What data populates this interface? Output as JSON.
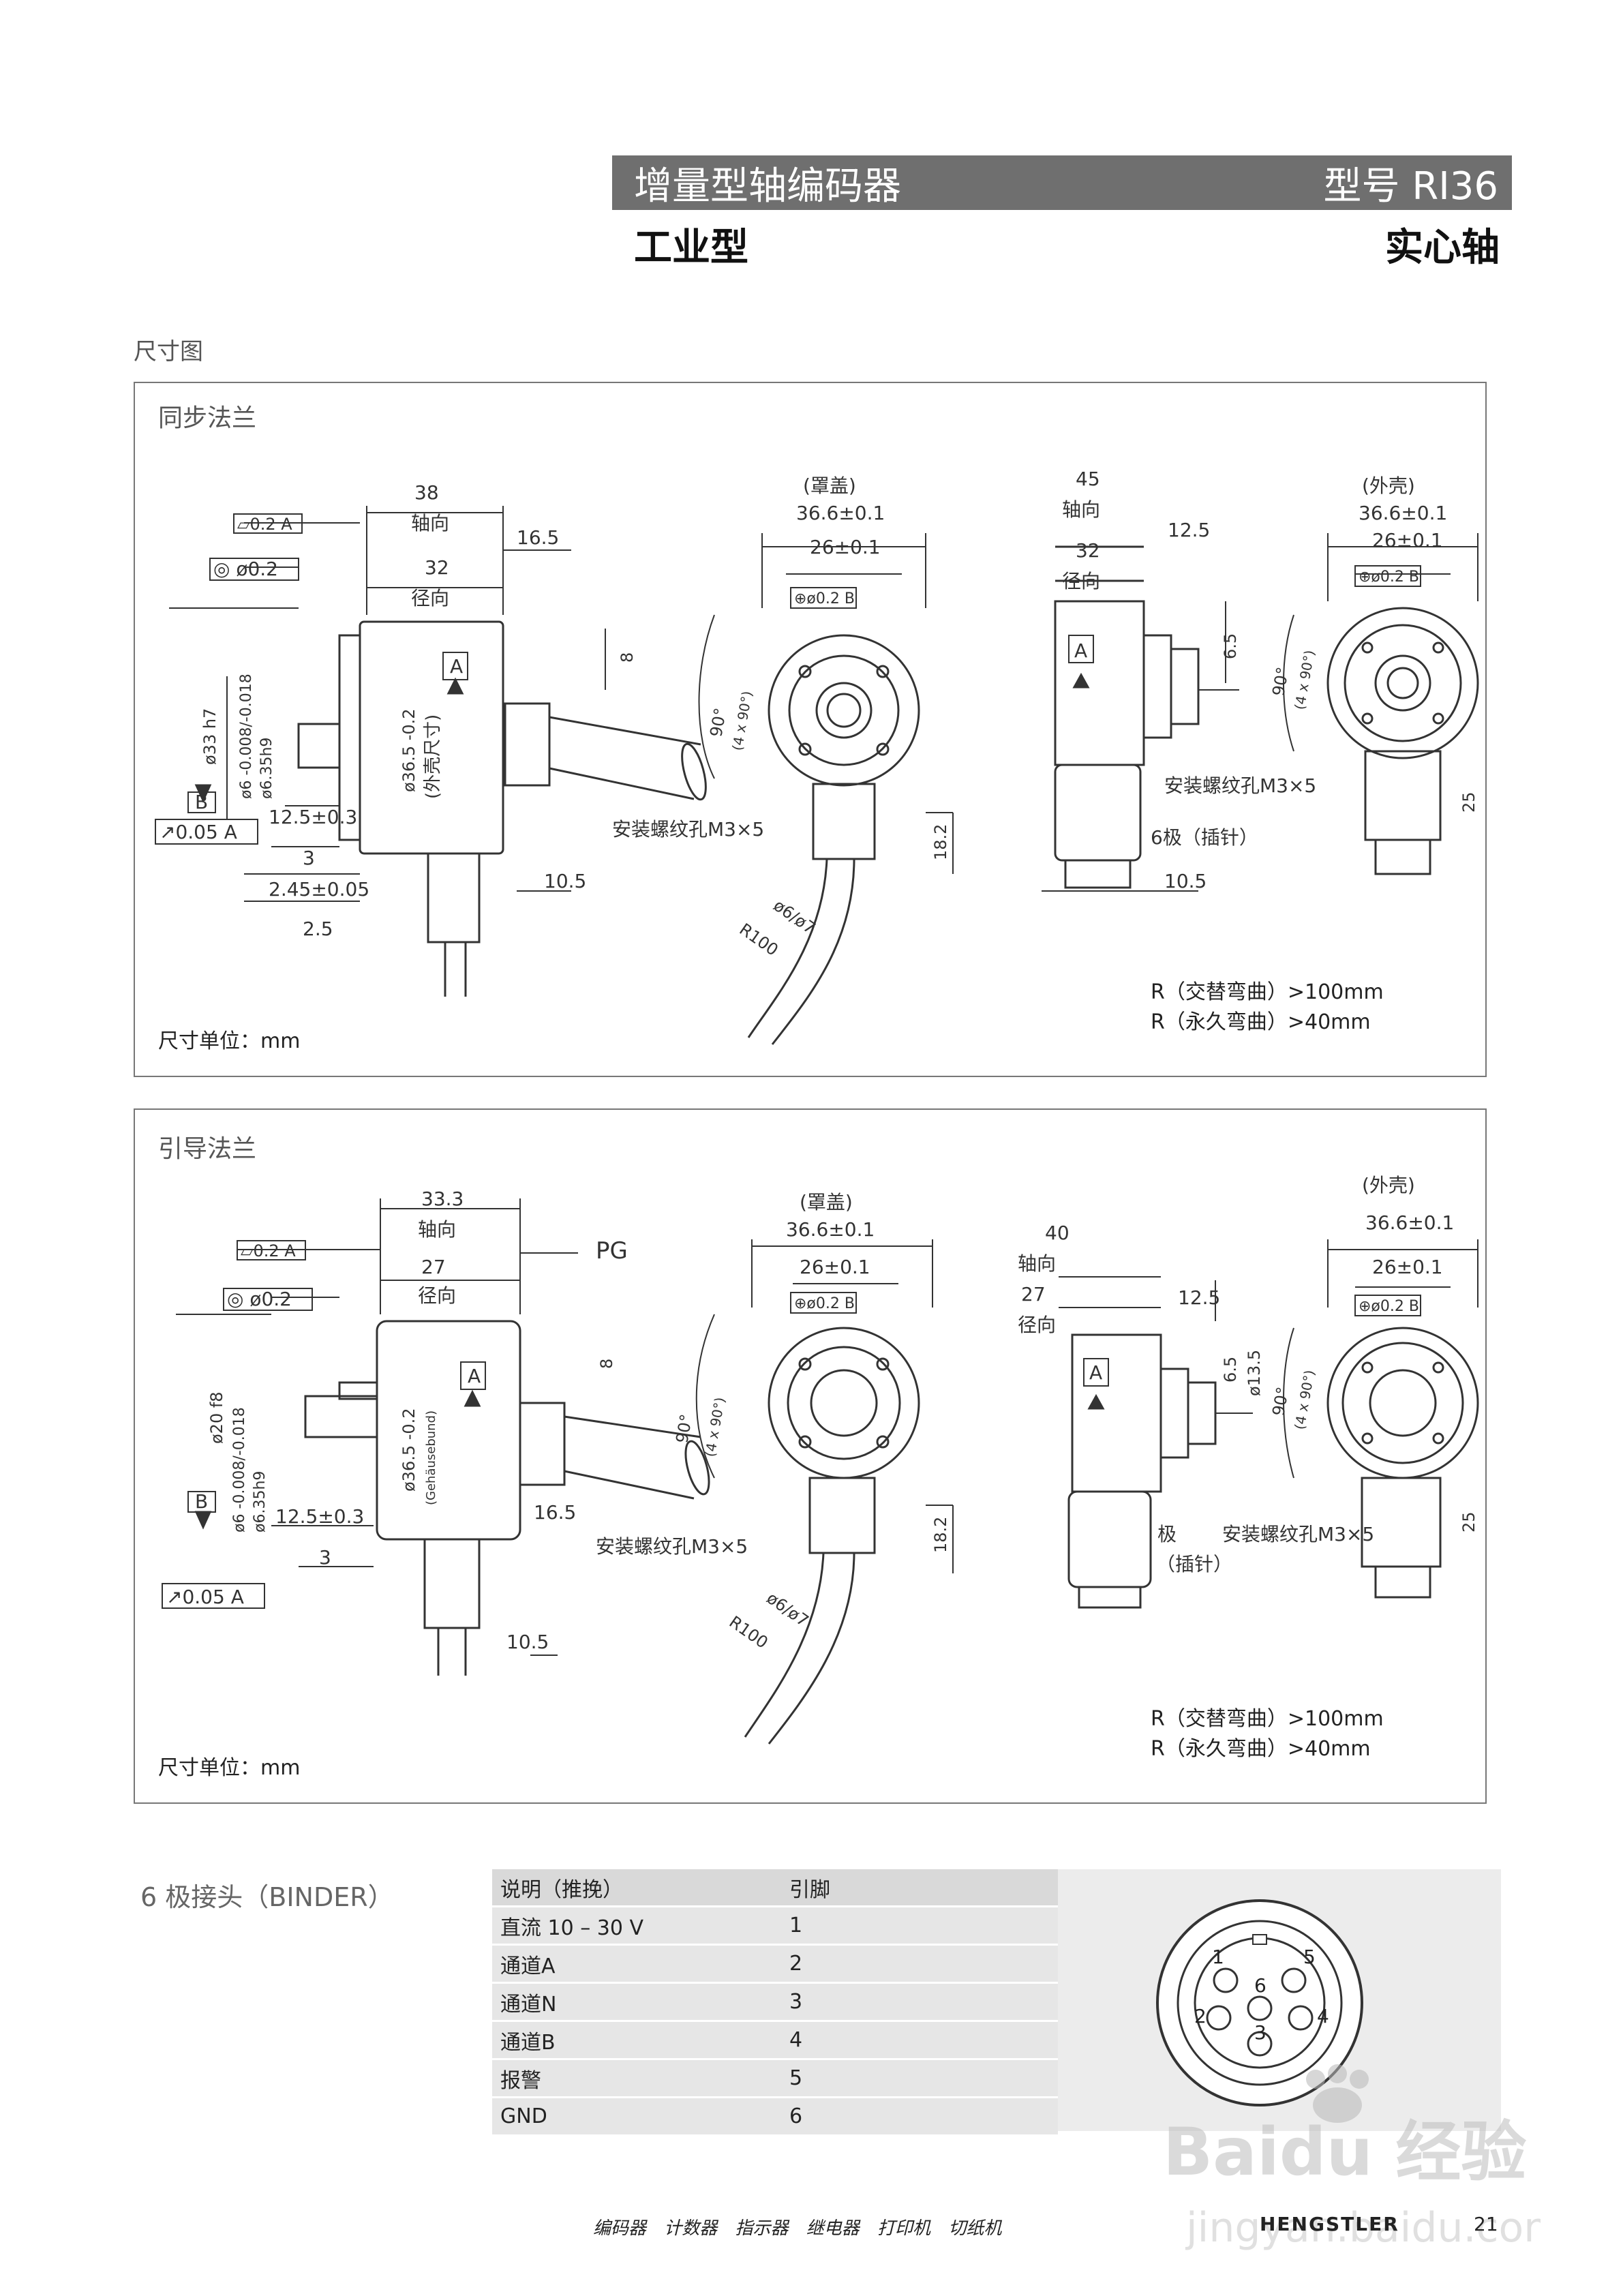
{
  "header": {
    "title": "增量型轴编码器",
    "model": "型号 RI36",
    "subtitle": "工业型",
    "shaft": "实心轴"
  },
  "section_label": "尺寸图",
  "panel1": {
    "title": "同步法兰",
    "unit_note": "尺寸单位：mm",
    "bend_alt": "R（交替弯曲）>100mm",
    "bend_perm": "R（永久弯曲）>40mm",
    "labels": {
      "d38": "38",
      "axial": "轴向",
      "d16_5": "16.5",
      "d32": "32",
      "radial": "径向",
      "tol_flat": "⏥0.2 A",
      "tol_pos": "◎ ø0.2",
      "datum_a": "A",
      "datum_b": "B",
      "d33": "ø33 h7",
      "d6": "ø6 -0.008/-0.018",
      "d635": "ø6.35h9",
      "d12_5": "12.5±0.3",
      "d3": "3",
      "d2_45": "2.45±0.05",
      "d2_5": "2.5",
      "run": "↗0.05 A",
      "d36_5": "ø36.5 -0.2",
      "outer_dim": "(外壳尺寸)",
      "d8": "8",
      "d10_5": "10.5",
      "cover": "(罩盖)",
      "d36_6": "36.6±0.1",
      "d26": "26±0.1",
      "pos02b": "⊕ø0.2 B",
      "deg90": "90°",
      "deg4x90": "(4 x 90°)",
      "mount_hole": "安装螺纹孔M3×5",
      "d18_2": "18.2",
      "cable": "ø6/ø7",
      "r100": "R100",
      "d45": "45",
      "d12_5b": "12.5",
      "d32b": "32",
      "d6_5": "6.5",
      "housing": "(外壳)",
      "d25": "25",
      "pin6": "6极（插针）"
    }
  },
  "panel2": {
    "title": "引导法兰",
    "unit_note": "尺寸单位：mm",
    "bend_alt": "R（交替弯曲）>100mm",
    "bend_perm": "R（永久弯曲）>40mm",
    "labels": {
      "d33_3": "33.3",
      "axial": "轴向",
      "d27": "27",
      "radial": "径向",
      "pg": "PG",
      "tol_flat": "⏥0.2 A",
      "tol_pos": "◎ ø0.2",
      "datum_a": "A",
      "datum_b": "B",
      "d20": "ø20 f8",
      "d6": "ø6 -0.008/-0.018",
      "d635": "ø6.35h9",
      "d12_5": "12.5±0.3",
      "d3": "3",
      "run": "↗0.05 A",
      "d36_5": "ø36.5 -0.2",
      "gehause": "(Gehäusebund)",
      "d8": "8",
      "d16_5": "16.5",
      "d10_5": "10.5",
      "cover": "(罩盖)",
      "d36_6": "36.6±0.1",
      "d26": "26±0.1",
      "pos02b": "⊕ø0.2 B",
      "deg90": "90°",
      "deg4x90": "(4 x 90°)",
      "mount_hole": "安装螺纹孔M3×5",
      "d18_2": "18.2",
      "cable": "ø6/ø7",
      "r100": "R100",
      "d40": "40",
      "d27b": "27",
      "d12_5b": "12.5",
      "d6_5": "6.5",
      "d13_5": "ø13.5",
      "housing": "(外壳)",
      "d25": "25",
      "pole": "极",
      "pin": "（插针）"
    }
  },
  "connector": {
    "title": "6 极接头（BINDER）",
    "header": [
      "说明（推挽）",
      "引脚"
    ],
    "rows": [
      [
        "直流 10 – 30 V",
        "1"
      ],
      [
        "通道A",
        "2"
      ],
      [
        "通道N",
        "3"
      ],
      [
        "通道B",
        "4"
      ],
      [
        "报警",
        "5"
      ],
      [
        "GND",
        "6"
      ]
    ],
    "pins": [
      "1",
      "2",
      "3",
      "4",
      "5",
      "6"
    ]
  },
  "footer": {
    "links": "编码器 计数器 指示器 继电器 打印机 切纸机",
    "brand": "HENGSTLER",
    "page": "21"
  },
  "watermark": {
    "brand": "Baidu 经验",
    "url": "jingyan.baidu.com"
  }
}
